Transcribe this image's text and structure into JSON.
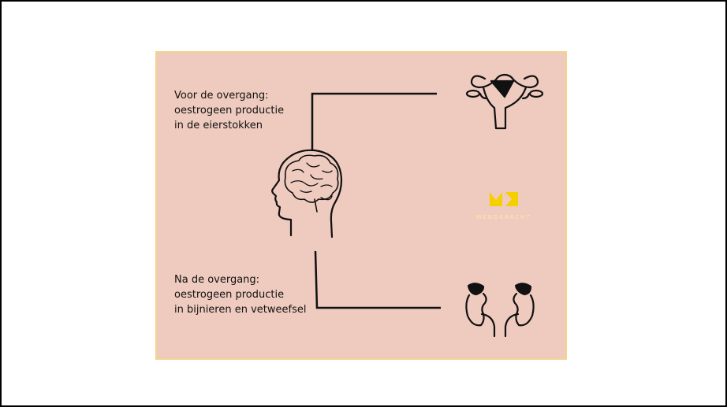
{
  "diagram": {
    "before": {
      "lines": [
        "Voor de overgang:",
        "oestrogeen productie",
        "in de eierstokken"
      ]
    },
    "after": {
      "lines": [
        "Na de overgang:",
        "oestrogeen productie",
        "in bijnieren en vetweefsel"
      ]
    },
    "icons": {
      "brain": "head-brain-icon",
      "uterus": "uterus-icon",
      "kidneys": "kidneys-icon",
      "logo": "menokracht-logo"
    },
    "logo": {
      "text": "MENOKRACHT",
      "color": "#f5d000"
    },
    "colors": {
      "panel": "#efcbbf",
      "panel_border": "#f3d38d",
      "ink": "#111111"
    }
  }
}
